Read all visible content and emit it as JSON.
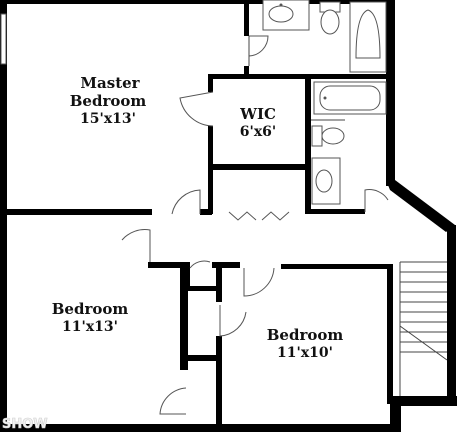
{
  "rooms": {
    "master": {
      "name_line1": "Master",
      "name_line2": "Bedroom",
      "size": "15'x13'"
    },
    "wic": {
      "name": "WIC",
      "size": "6'x6'"
    },
    "bedroom_left": {
      "name": "Bedroom",
      "size": "11'x13'"
    },
    "bedroom_right": {
      "name": "Bedroom",
      "size": "11'x10'"
    }
  },
  "watermark": {
    "text": "SHOW"
  }
}
